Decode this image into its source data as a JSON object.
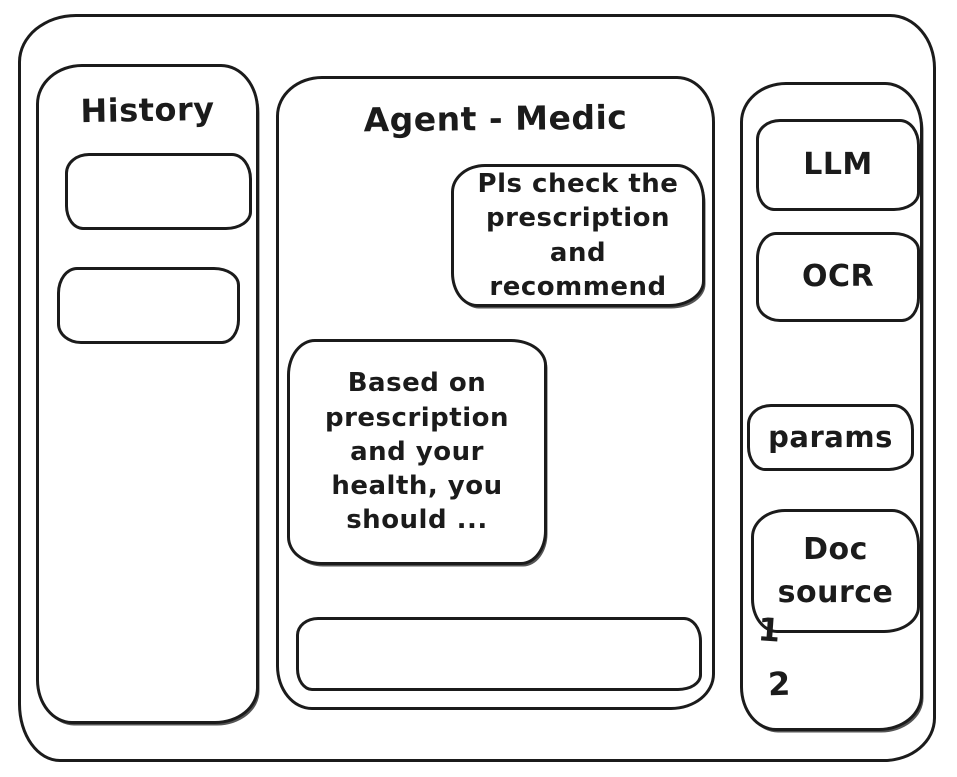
{
  "colors": {
    "ink": "#1b1b1b",
    "background": "#ffffff"
  },
  "sidebar": {
    "title": "History",
    "items": [
      {
        "label": ""
      },
      {
        "label": ""
      }
    ]
  },
  "main": {
    "title": "Agent - Medic",
    "messages": [
      {
        "role": "user",
        "text": "Pls check the prescription and recommend"
      },
      {
        "role": "assistant",
        "text": "Based on prescription and your health, you should ..."
      }
    ],
    "input": {
      "value": "",
      "placeholder": ""
    }
  },
  "tools": {
    "items": [
      {
        "label": "LLM"
      },
      {
        "label": "OCR"
      },
      {
        "label": "params"
      },
      {
        "label": "Doc source"
      }
    ],
    "doc_sources": [
      "1",
      "2"
    ]
  }
}
